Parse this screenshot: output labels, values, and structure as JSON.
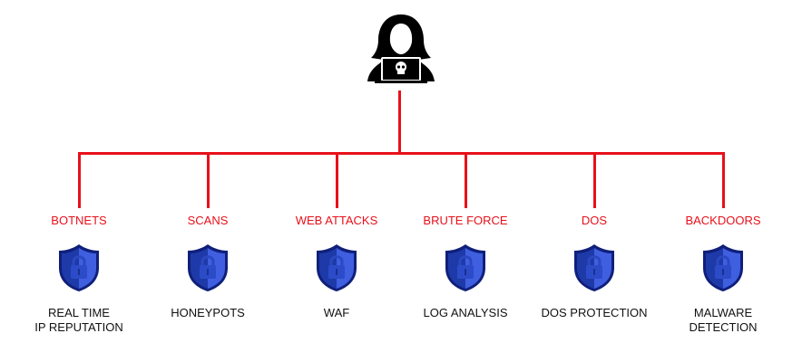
{
  "colors": {
    "line": "#e8101a",
    "shield_dark": "#1e3aa8",
    "shield_light": "#3f5fe0",
    "shield_border": "#0f1f7a"
  },
  "top_icon": "hacker-icon",
  "columns": [
    {
      "attack": "BOTNETS",
      "defense_line1": "REAL TIME",
      "defense_line2": "IP REPUTATION"
    },
    {
      "attack": "SCANS",
      "defense_line1": "HONEYPOTS",
      "defense_line2": ""
    },
    {
      "attack": "WEB ATTACKS",
      "defense_line1": "WAF",
      "defense_line2": ""
    },
    {
      "attack": "BRUTE FORCE",
      "defense_line1": "LOG ANALYSIS",
      "defense_line2": ""
    },
    {
      "attack": "DOS",
      "defense_line1": "DOS PROTECTION",
      "defense_line2": ""
    },
    {
      "attack": "BACKDOORS",
      "defense_line1": "MALWARE",
      "defense_line2": "DETECTION"
    }
  ]
}
